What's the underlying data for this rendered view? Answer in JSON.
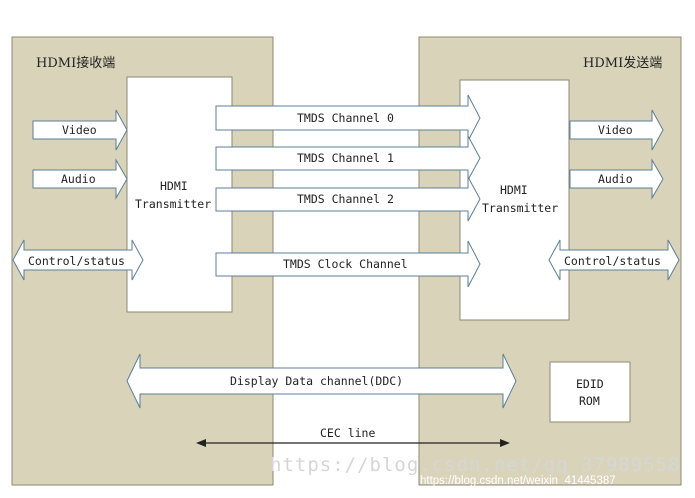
{
  "colors": {
    "panel_fill": "#d8d3b9",
    "panel_stroke": "#8e8a74",
    "box_fill": "#ffffff",
    "arrow_stroke": "#5b7f96",
    "line_color": "#222222"
  },
  "left_panel": {
    "title": "HDMI接收端",
    "inner_box": {
      "line1": "HDMI",
      "line2": "Transmitter"
    },
    "video_label": "Video",
    "audio_label": "Audio",
    "control_label": "Control/status"
  },
  "right_panel": {
    "title": "HDMI发送端",
    "inner_box": {
      "line1": "HDMI",
      "line2": "Transmitter"
    },
    "video_label": "Video",
    "audio_label": "Audio",
    "control_label": "Control/status",
    "edid_box": {
      "line1": "EDID",
      "line2": "ROM"
    }
  },
  "channels": [
    {
      "label": "TMDS Channel 0"
    },
    {
      "label": "TMDS Channel 1"
    },
    {
      "label": "TMDS Channel 2"
    },
    {
      "label": "TMDS Clock Channel"
    }
  ],
  "ddc_label": "Display Data channel(DDC)",
  "cec_label": "CEC line",
  "watermark": {
    "text": "https://blog.csdn.net/qq_37989558",
    "overlay": "https://blog.csdn.net/weixin_41445387"
  }
}
